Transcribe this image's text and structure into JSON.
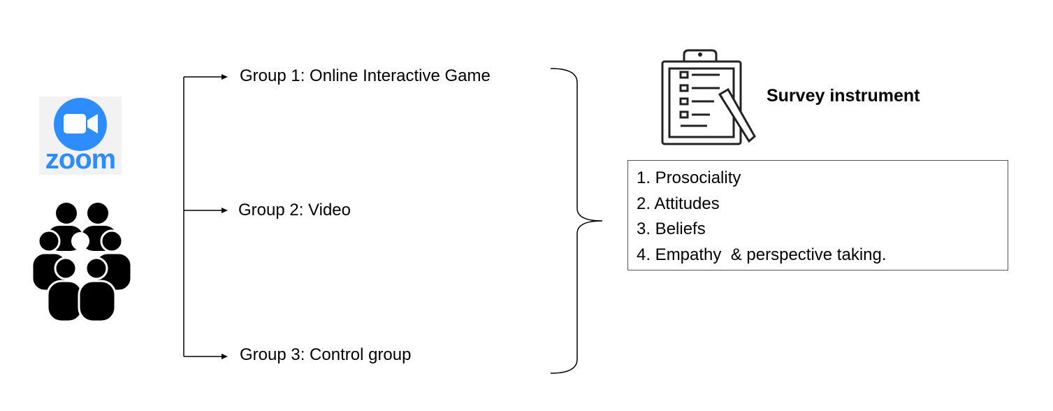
{
  "zoom": {
    "wordmark": "zoom",
    "brand_color": "#2d8cff"
  },
  "groups": [
    {
      "label": "Group 1: Online Interactive Game"
    },
    {
      "label": "Group 2: Video"
    },
    {
      "label": "Group 3: Control group"
    }
  ],
  "survey": {
    "title": "Survey instrument",
    "measures": [
      "1. Prosociality",
      "2. Attitudes",
      "3. Beliefs",
      "4. Empathy  & perspective taking."
    ]
  },
  "icons": [
    "zoom-camera-icon",
    "people-group-icon",
    "clipboard-icon"
  ]
}
